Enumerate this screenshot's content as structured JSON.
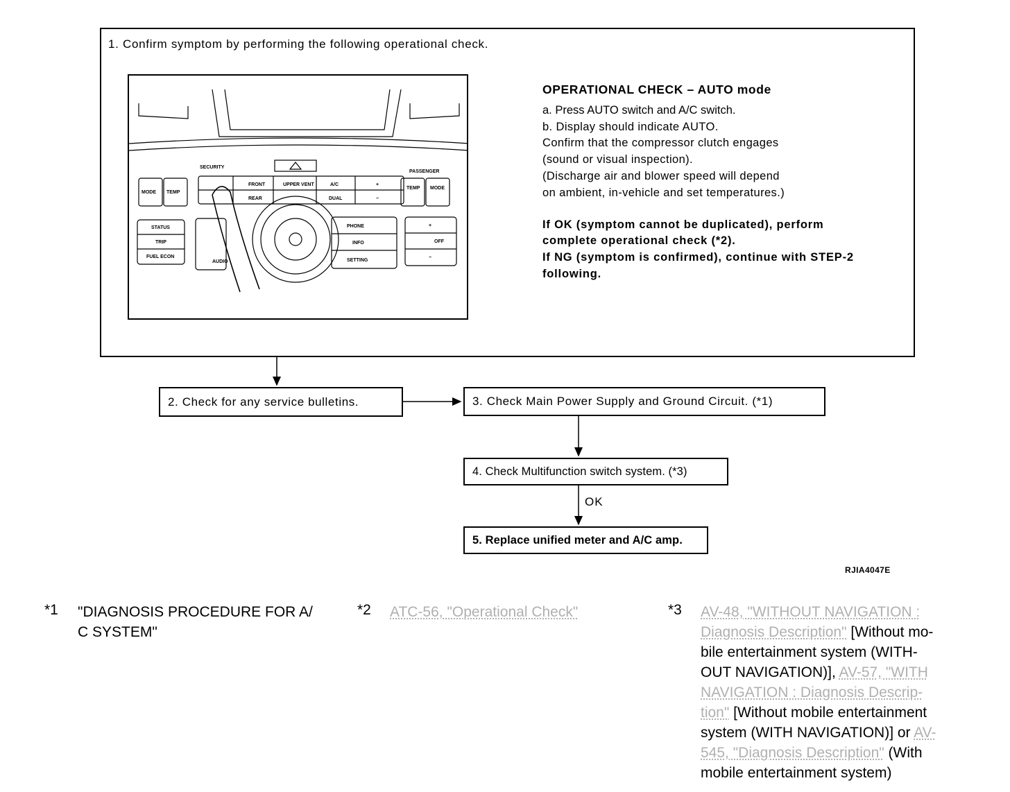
{
  "step1": {
    "title": "1. Confirm symptom by performing the following operational check.",
    "panel_labels": {
      "security": "SECURITY",
      "front": "FRONT",
      "rear": "REAR",
      "upper_vent": "UPPER VENT",
      "ac": "A/C",
      "dual": "DUAL",
      "passenger": "PASSENGER",
      "mode": "MODE",
      "temp": "TEMP",
      "status": "STATUS",
      "trip": "TRIP",
      "fuel_econ": "FUEL ECON",
      "audio": "AUDIO",
      "phone": "PHONE",
      "info": "INFO",
      "setting": "SETTING",
      "off": "OFF",
      "fan_plus": "+",
      "fan_minus": "−"
    },
    "operational_check": {
      "heading": "OPERATIONAL CHECK – AUTO mode",
      "line_a": "a. Press AUTO switch and A/C switch.",
      "line_b": "b. Display should indicate AUTO.",
      "line_c1": "Confirm that the compressor clutch engages",
      "line_c2": "(sound or visual inspection).",
      "line_d1": "(Discharge air and blower speed will depend",
      "line_d2": "on ambient, in-vehicle and set temperatures.)",
      "ok1": "If OK (symptom cannot be duplicated), perform",
      "ok2": "complete operational check (*2).",
      "ng1": "If NG (symptom is confirmed), continue with STEP-2",
      "ng2": "following."
    }
  },
  "step2": "2. Check for any service bulletins.",
  "step3": "3. Check Main Power Supply and Ground Circuit. (*1)",
  "step4": "4. Check Multifunction switch system. (*3)",
  "step5": "5. Replace unified meter and A/C amp.",
  "ok_label": "OK",
  "figure_id": "RJIA4047E",
  "footnotes": {
    "fn1": {
      "mark": "*1",
      "text1": "\"DIAGNOSIS PROCEDURE FOR A/",
      "text2": "C SYSTEM\""
    },
    "fn2": {
      "mark": "*2",
      "link": "ATC-56, \"Operational Check\""
    },
    "fn3": {
      "mark": "*3",
      "link1a": "AV-48, \"WITHOUT NAVIGATION :",
      "link1b": "Diagnosis Description\"",
      "t1a": " [Without mo-",
      "t1b": "bile entertainment system (WITH-",
      "t1c": "OUT NAVIGATION)], ",
      "link2a": "AV-57, \"WITH",
      "link2b": "NAVIGATION : Diagnosis Descrip-",
      "link2c": "tion\"",
      "t2a": " [Without mobile entertainment",
      "t2b": "system (WITH NAVIGATION)] or ",
      "link3a": "AV-",
      "link3b": "545, \"Diagnosis Description\"",
      "t3a": " (With",
      "t3b": "mobile entertainment system)"
    }
  }
}
